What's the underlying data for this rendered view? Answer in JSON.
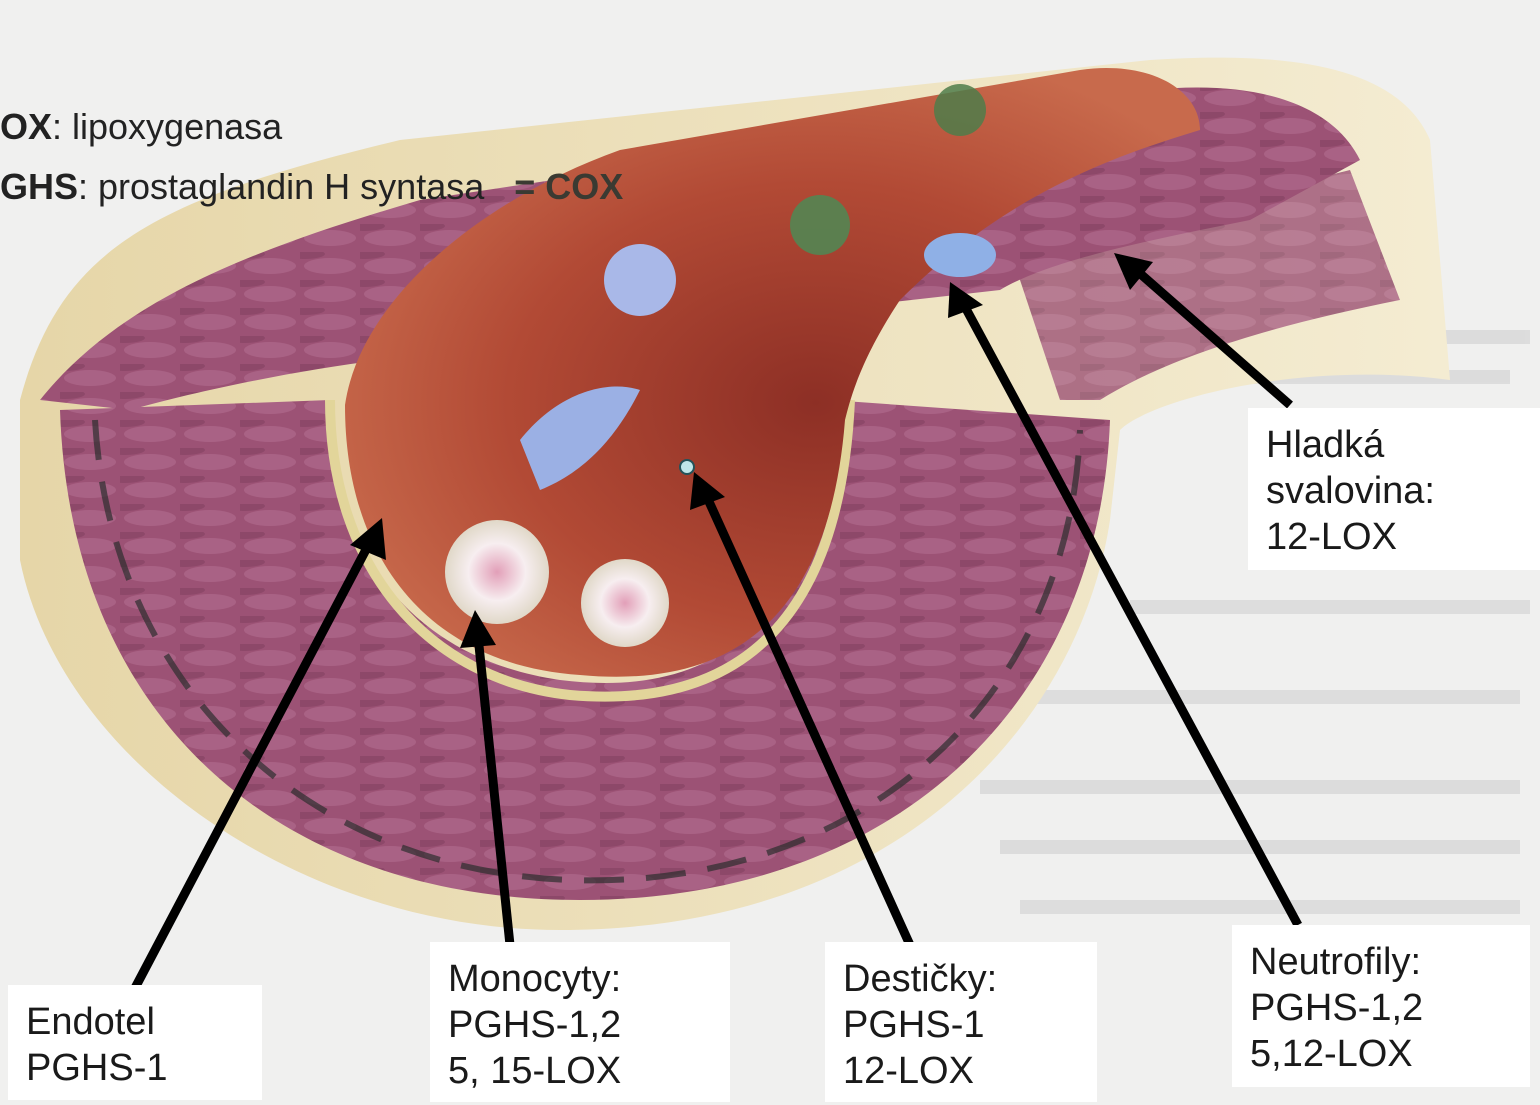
{
  "legend": {
    "lox_abbr": "OX",
    "lox_text": ": lipoxygenasa",
    "pghs_abbr": "GHS",
    "pghs_text": ": prostaglandin H syntasa",
    "cox_eq": "= COX"
  },
  "labels": {
    "smooth_muscle": [
      "Hladká",
      "svalovina:",
      "12-LOX"
    ],
    "endothelium": [
      "Endotel",
      "PGHS-1"
    ],
    "monocytes": [
      "Monocyty:",
      "PGHS-1,2",
      "5, 15-LOX"
    ],
    "platelets": [
      "Destičky:",
      "PGHS-1",
      "12-LOX"
    ],
    "neutrophils": [
      "Neutrofily:",
      "PGHS-1,2",
      "5,12-LOX"
    ]
  },
  "colors": {
    "lumen": "#b54a33",
    "muscle": "#9a4f72",
    "adventitia": "#e9dcb4",
    "arrow": "#000000",
    "box": "#ffffff"
  }
}
